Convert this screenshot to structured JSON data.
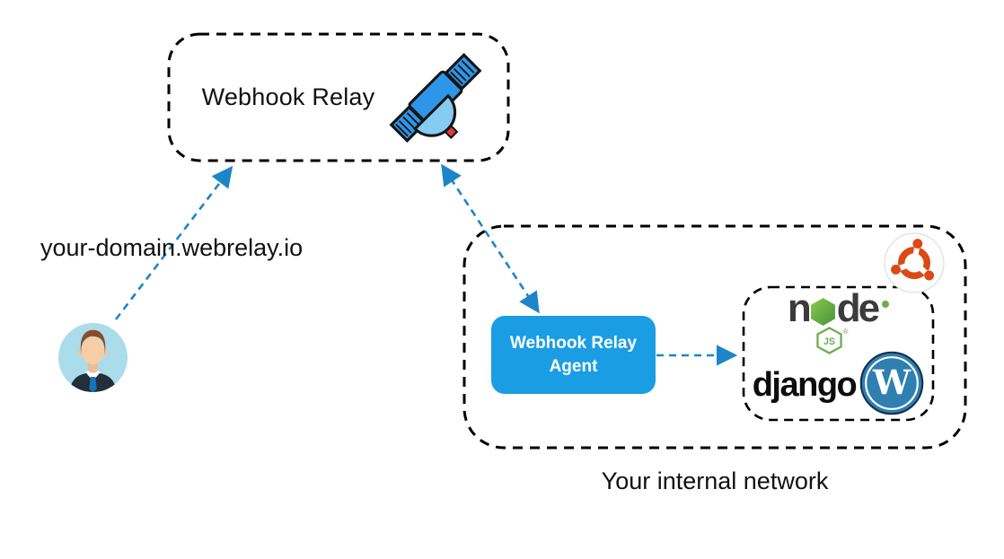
{
  "top_box": {
    "label": "Webhook Relay"
  },
  "user": {
    "domain": "your-domain.webrelay.io"
  },
  "internal": {
    "caption": "Your internal network",
    "agent": {
      "lines": [
        "Webhook Relay",
        "Agent"
      ]
    },
    "services": {
      "node": {
        "prefix": "n",
        "suffix": "de",
        "badge": "JS",
        "reg": "®"
      },
      "django": "django",
      "wordpress_letter": "W"
    }
  },
  "icons": {
    "satellite": "satellite-icon",
    "user_avatar": "user-avatar-icon",
    "ubuntu": "ubuntu-logo-icon",
    "node_hexagon": "nodejs-hexagon-icon",
    "wordpress": "wordpress-logo-icon"
  },
  "colors": {
    "arrow_blue": "#1c86c8",
    "agent_blue": "#1b9de3",
    "ubuntu_orange": "#dd4814",
    "node_green": "#6fae4d",
    "wordpress_blue": "#2f7fb0",
    "box_border": "#000000"
  }
}
